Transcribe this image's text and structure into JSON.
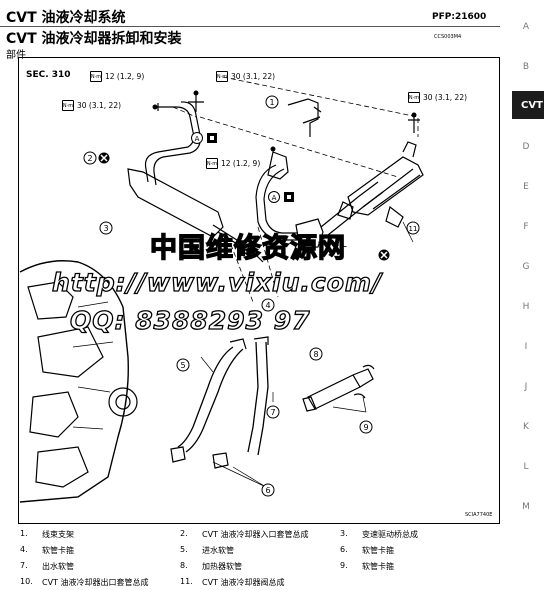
{
  "header": {
    "title": "CVT 油液冷却系统",
    "page_code": "PFP:21600",
    "subtitle": "CVT 油液冷却器拆卸和安装",
    "subtitle_code": "CCS003M4",
    "section": "部件"
  },
  "sidebar": {
    "letters": [
      "A",
      "B",
      "CVT",
      "D",
      "E",
      "F",
      "G",
      "H",
      "I",
      "J",
      "K",
      "L",
      "M"
    ],
    "active": "CVT"
  },
  "diagram": {
    "sec_label": "SEC. 310",
    "torques": [
      {
        "value": "12 (1.2, 9)"
      },
      {
        "value": "30 (3.1, 22)"
      },
      {
        "value": "30 (3.1, 22)"
      },
      {
        "value": "30 (3.1, 22)"
      },
      {
        "value": "12 (1.2, 9)"
      }
    ],
    "torque_icon": "N·m",
    "callouts": [
      "1",
      "2",
      "3",
      "5",
      "7",
      "8",
      "9",
      "11",
      "6",
      "4"
    ],
    "tags": [
      "A",
      "A"
    ],
    "figure_code": "SCIA7740E",
    "watermark": {
      "line1": "中国维修资源网",
      "line2": "http://www.vixiu.com/",
      "line3": "QQ: 8388293 97"
    }
  },
  "legend": [
    {
      "num": "1.",
      "text": "线束支架"
    },
    {
      "num": "2.",
      "text": "CVT 油液冷却器入口套管总成"
    },
    {
      "num": "3.",
      "text": "变速驱动桥总成"
    },
    {
      "num": "4.",
      "text": "软管卡箍"
    },
    {
      "num": "5.",
      "text": "进水软管"
    },
    {
      "num": "6.",
      "text": "软管卡箍"
    },
    {
      "num": "7.",
      "text": "出水软管"
    },
    {
      "num": "8.",
      "text": "加热器软管"
    },
    {
      "num": "9.",
      "text": "软管卡箍"
    },
    {
      "num": "10.",
      "text": "CVT 油液冷却器出口套管总成"
    },
    {
      "num": "11.",
      "text": "CVT 油液冷却器阀总成"
    }
  ]
}
